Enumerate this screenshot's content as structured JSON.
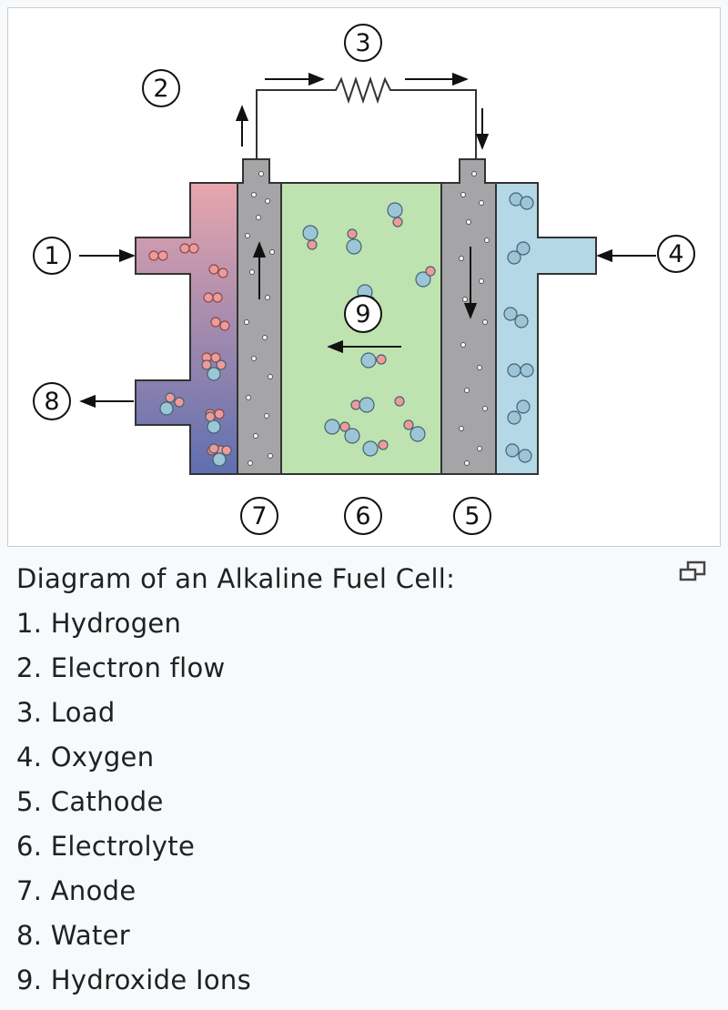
{
  "diagram": {
    "label_numbers": [
      "1",
      "2",
      "3",
      "4",
      "5",
      "6",
      "7",
      "8",
      "9"
    ]
  },
  "caption": {
    "title": "Diagram of an Alkaline Fuel Cell:",
    "items": [
      "1. Hydrogen",
      "2. Electron flow",
      "3. Load",
      "4. Oxygen",
      "5. Cathode",
      "6. Electrolyte",
      "7. Anode",
      "8. Water",
      "9. Hydroxide Ions"
    ]
  },
  "colors": {
    "anode_gas_top": "#e8a6ad",
    "anode_gas_bottom": "#5f6fb0",
    "electrode": "#a5a5a8",
    "electrolyte": "#bfe3b0",
    "cathode_gas": "#b5d8e6",
    "hydrogen": "#ef9a9a",
    "oxygen": "#9cc5d8"
  },
  "icons": {
    "enlarge": "enlarge-icon"
  }
}
